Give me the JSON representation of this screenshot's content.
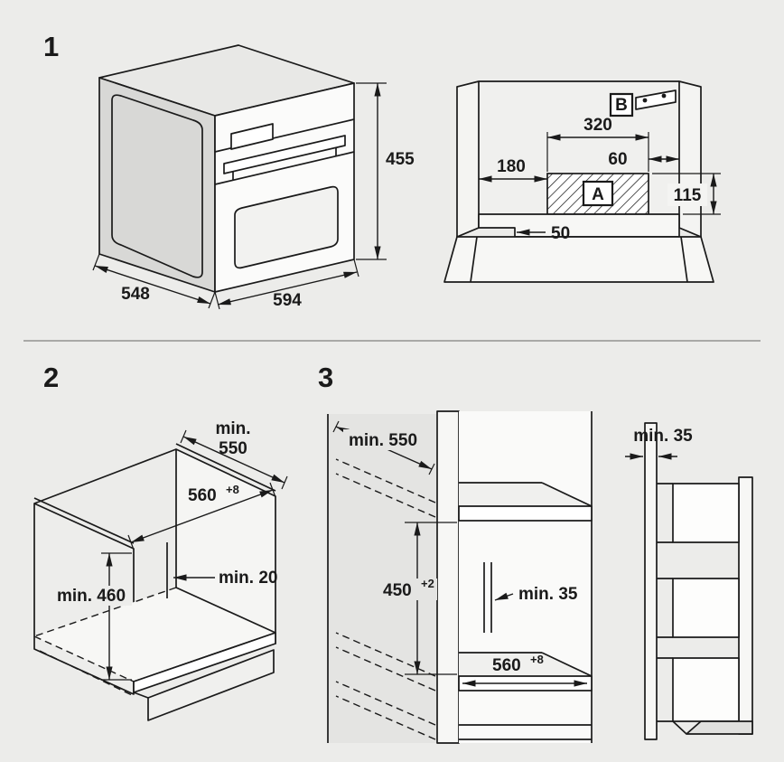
{
  "colors": {
    "background": "#ececea",
    "line": "#1a1a1a",
    "zone_gray": "#e4e4e2",
    "face_white": "#fbfbfa",
    "face_side": "#d8d8d6"
  },
  "fig1": {
    "num": "1",
    "oven_height": "455",
    "oven_depth": "548",
    "oven_width": "594",
    "outlet_label": "B",
    "cutout_width": "320",
    "right_gap": "60",
    "left_gap": "180",
    "zone_label": "A",
    "cutout_height": "115",
    "front_gap": "50"
  },
  "fig2": {
    "num": "2",
    "depth_min_word": "min.",
    "depth_min_value": "550",
    "niche_width": "560",
    "niche_width_tol": "+8",
    "back_gap": "min. 20",
    "niche_height": "min. 460"
  },
  "fig3": {
    "num": "3",
    "cabinet_depth": "min. 550",
    "niche_height": "450",
    "niche_height_tol": "+2",
    "rear_clearance": "min. 35",
    "niche_width": "560",
    "niche_width_tol": "+8",
    "wall_clearance": "min. 35"
  }
}
